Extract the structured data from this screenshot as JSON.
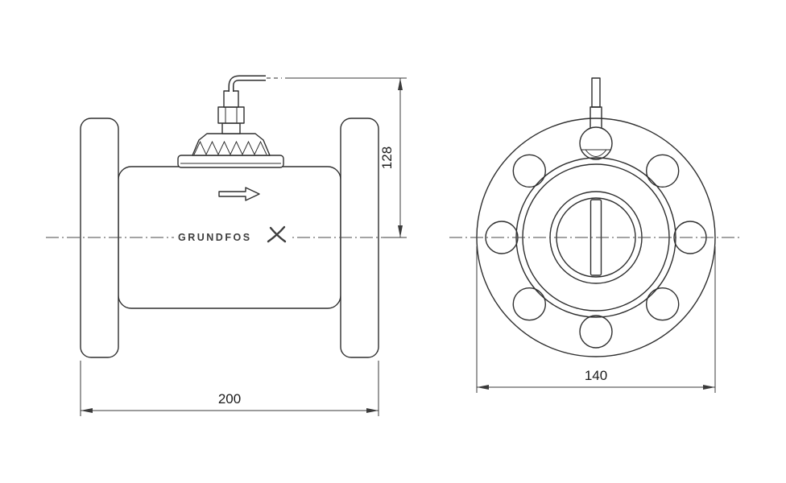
{
  "drawing": {
    "brand_label": "GRUNDFOS",
    "dimensions": {
      "overall_length_mm": "200",
      "center_to_top_mm": "128",
      "flange_diameter_mm": "140"
    }
  }
}
